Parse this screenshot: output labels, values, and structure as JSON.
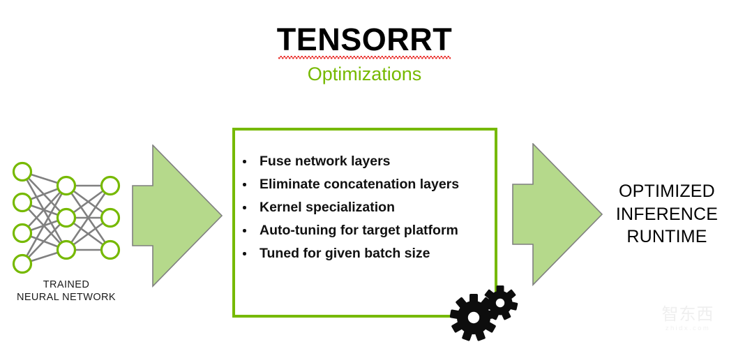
{
  "title": {
    "main": "TENSORRT",
    "subtitle": "Optimizations",
    "spellcheck_underline": true
  },
  "colors": {
    "nvidia_green": "#76b900",
    "arrow_fill": "#b5d98b",
    "arrow_stroke": "#7f7f7f",
    "node_stroke": "#76b900",
    "edge_stroke": "#808080",
    "text_black": "#000000",
    "squiggle_red": "#e8231f",
    "gear_black": "#0d0d0d",
    "watermark_gray": "#e4e4e4"
  },
  "neural_network": {
    "caption_line1": "TRAINED",
    "caption_line2": "NEURAL NETWORK",
    "layers": [
      {
        "name": "input-layer",
        "node_count": 4
      },
      {
        "name": "hidden-layer",
        "node_count": 3
      },
      {
        "name": "output-layer",
        "node_count": 3
      }
    ]
  },
  "arrows": [
    {
      "name": "arrow-to-optimizer",
      "direction": "right"
    },
    {
      "name": "arrow-to-runtime",
      "direction": "right"
    }
  ],
  "optimizations": {
    "bullets": [
      "Fuse network layers",
      "Eliminate concatenation layers",
      "Kernel specialization",
      "Auto-tuning for target platform",
      "Tuned for given batch size"
    ]
  },
  "gears": {
    "large": "gear-large-icon",
    "small": "gear-small-icon"
  },
  "output": {
    "line1": "OPTIMIZED",
    "line2": "INFERENCE",
    "line3": "RUNTIME"
  },
  "watermark": {
    "mark": "智东西",
    "url": "zhidx.com"
  }
}
